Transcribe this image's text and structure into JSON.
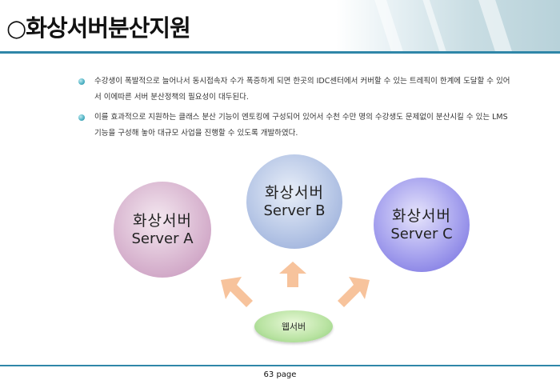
{
  "header": {
    "title": "○화상서버분산지원"
  },
  "bullets": [
    "수강생이 폭발적으로 늘어나서 동시접속자 수가 폭증하게 되면 한곳의 IDC센터에서 커버할 수 있는 트레픽이 한계에 도달할 수 있어서 이에따른 서버 분산정책의 필요성이 대두된다.",
    "이를 효과적으로 지원하는 클래스 분산 기능이 엔토킹에 구성되어 있어서 수천 수만 명의 수강생도 문제없이 분산시킬 수 있는 LMS기능을 구성해 놓아 대규모 사업을 진행할 수 있도록 개발하였다."
  ],
  "diagram": {
    "server_a": {
      "ko": "화상서버",
      "en": "Server A"
    },
    "server_b": {
      "ko": "화상서버",
      "en": "Server B"
    },
    "server_c": {
      "ko": "화상서버",
      "en": "Server C"
    },
    "web_server": "웹서버",
    "arrow_color": "#f7c39c"
  },
  "footer": {
    "page_label": "63 page"
  }
}
